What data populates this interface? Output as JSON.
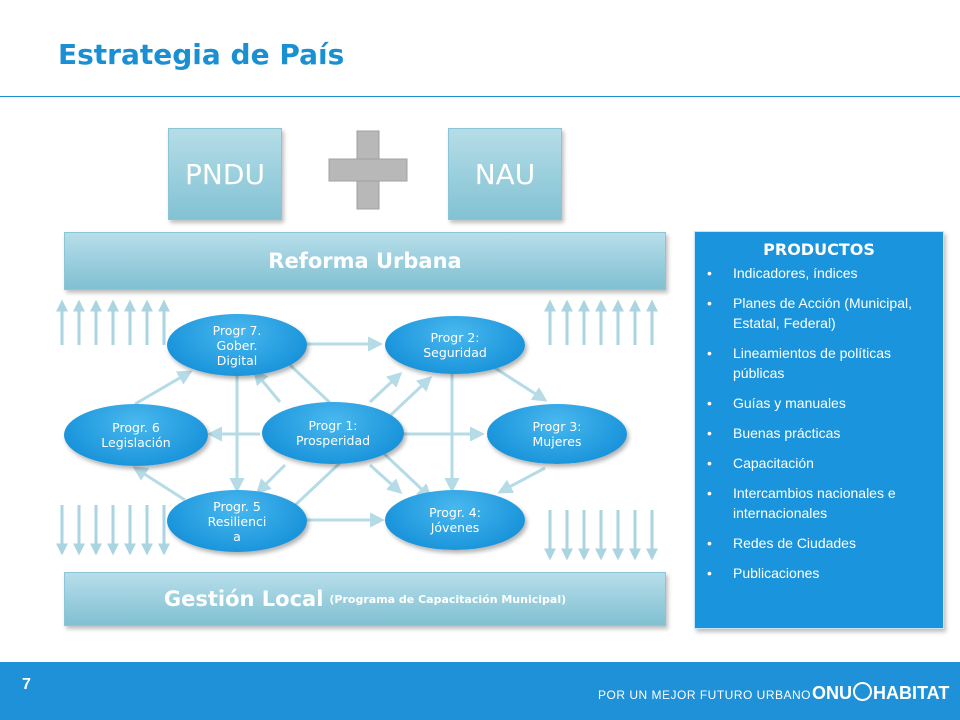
{
  "header": {
    "title": "Estrategia de País"
  },
  "top_boxes": {
    "left": "PNDU",
    "right": "NAU"
  },
  "bars": {
    "top": "Reforma Urbana",
    "bottom_main": "Gestión Local",
    "bottom_sub": "(Programa de Capacitación Municipal)"
  },
  "nodes": {
    "p7": "Progr 7.\nGober.\nDigital",
    "p2": "Progr 2:\nSeguridad",
    "p6": "Progr. 6\nLegislación",
    "p1": "Progr 1:\nProsperidad",
    "p3": "Progr 3:\nMujeres",
    "p5": "Progr. 5\nResilienci\na",
    "p4": "Progr. 4:\nJóvenes"
  },
  "products": {
    "title": "PRODUCTOS",
    "items": [
      "Indicadores, índices",
      "Planes de Acción (Municipal, Estatal, Federal)",
      "Lineamientos de políticas públicas",
      "Guías y manuales",
      "Buenas prácticas",
      "Capacitación",
      "Intercambios nacionales e internacionales",
      "Redes de Ciudades",
      "Publicaciones"
    ]
  },
  "footer": {
    "page_number": "7",
    "slogan": "POR UN MEJOR FUTURO URBANO",
    "brand_left": "ONU",
    "brand_right": "HABITAT"
  },
  "colors": {
    "accent": "#1a8fd1",
    "node_blue": "#1c96dc",
    "bar_light": "#9fd2e0",
    "footer": "#1f91d8"
  }
}
